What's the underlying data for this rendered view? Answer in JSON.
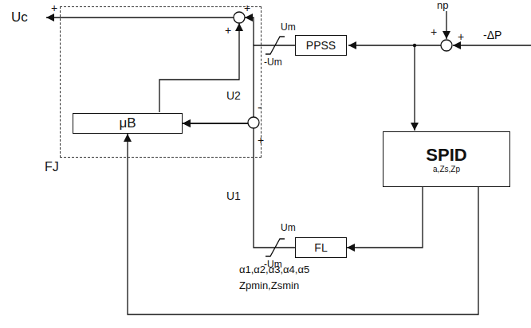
{
  "diagram": {
    "nodes": [
      {
        "text": [
          "FJ"
        ]
      },
      {
        "text": [
          "μB"
        ],
        "in": 0
      },
      {
        "text": [
          "PPSS"
        ]
      },
      {
        "text": [
          "SPID",
          "a,Zs,Zp"
        ]
      },
      {
        "text": [
          "FL"
        ]
      }
    ],
    "edges": [
      {
        "from": 2,
        "to": 1,
        "arrow": "to"
      },
      {
        "from": 4,
        "to": 1,
        "arrow": "to"
      },
      {
        "from": 3,
        "to": 4,
        "arrow": "to"
      },
      {
        "from": 3,
        "to": 1,
        "arrow": "to"
      }
    ],
    "labels": [
      "Uc",
      "+",
      "+",
      "+",
      "U2",
      "Um",
      "-Um",
      "-",
      "+",
      "U1",
      "Um",
      "-Um",
      "np",
      "+",
      "+",
      "-ΔP",
      "α1,α2,α3,α4,α5",
      "Zpmin,Zsmin"
    ]
  }
}
